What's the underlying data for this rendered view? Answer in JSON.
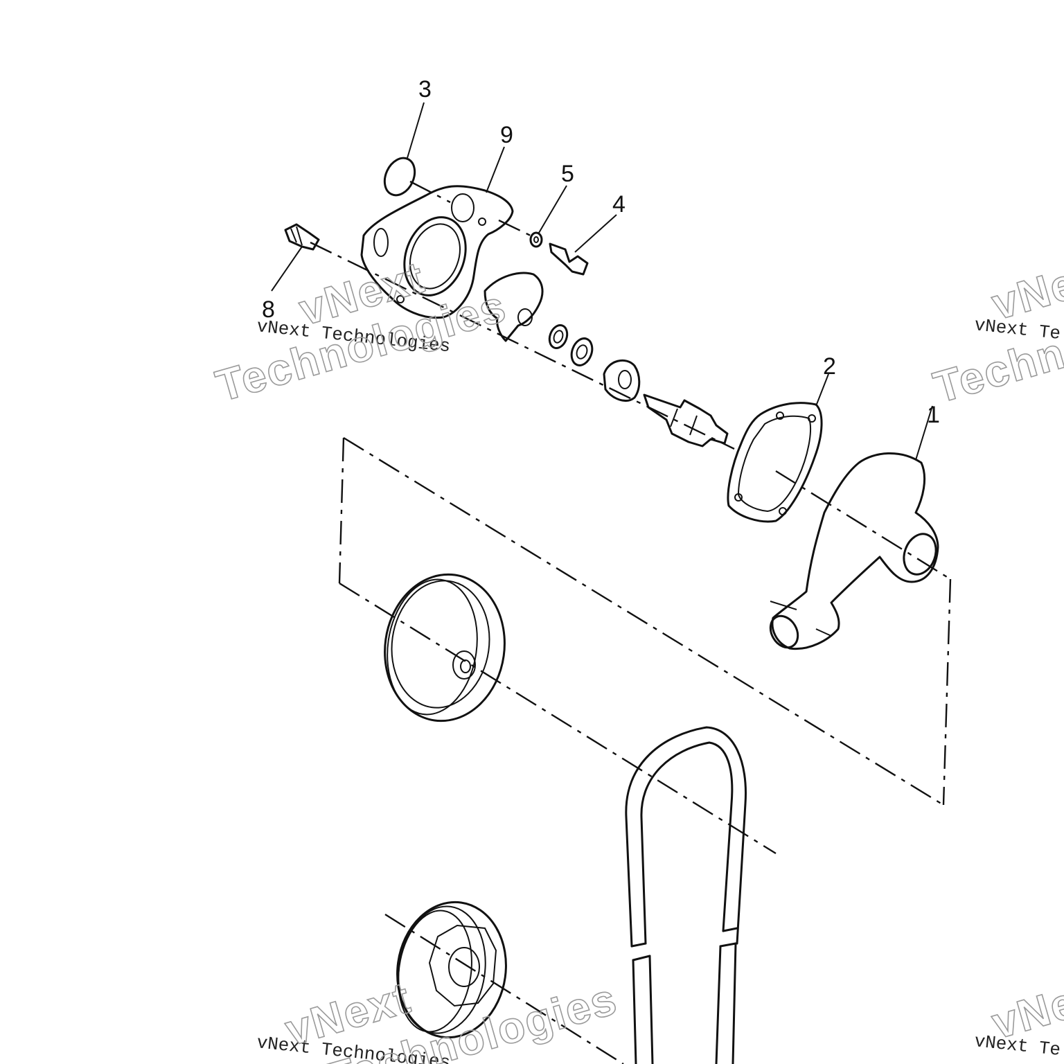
{
  "callouts": [
    {
      "id": "3",
      "label": "3"
    },
    {
      "id": "9",
      "label": "9"
    },
    {
      "id": "5",
      "label": "5"
    },
    {
      "id": "4",
      "label": "4"
    },
    {
      "id": "8",
      "label": "8"
    },
    {
      "id": "2",
      "label": "2"
    },
    {
      "id": "1",
      "label": "1"
    }
  ],
  "watermark": {
    "small": "vNext Technologies",
    "big_line1": "vNext",
    "big_line2": "Technologies",
    "big_cut_right": "vNe",
    "big_cut_right2": "Techno",
    "small_cut_right": "vNext Te"
  }
}
